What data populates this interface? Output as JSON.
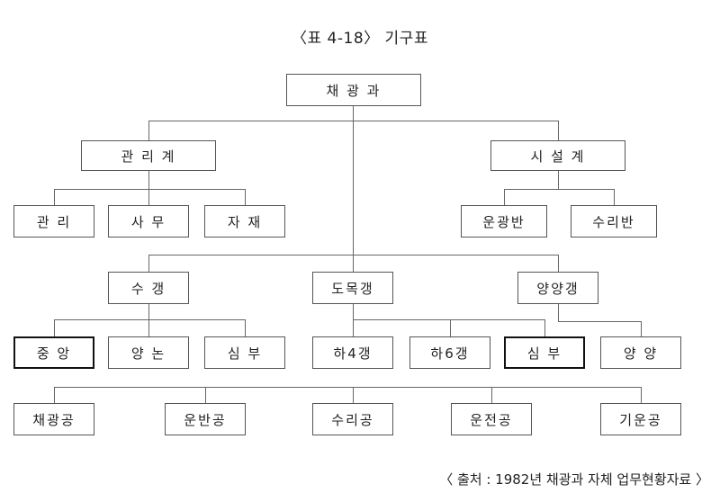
{
  "title": "〈표 4-18〉 기구표",
  "source": "〈 출처 : 1982년 채광과 자체 업무현황자료 〉",
  "nodes": {
    "root": "채 광 과",
    "admin": "관 리 계",
    "facility": "시 설 계",
    "mgmt": "관 리",
    "office": "사 무",
    "material": "자 재",
    "transport": "운광반",
    "repair": "수리반",
    "sugaeng": "수 갱",
    "domokgaeng": "도목갱",
    "yangyanggaeng": "양양갱",
    "central": "중 앙",
    "yangnon": "양 논",
    "simbu1": "심 부",
    "ha4": "하4갱",
    "ha6": "하6갱",
    "simbu2": "심 부",
    "yangyang": "양 양",
    "miner": "채광공",
    "hauler": "운반공",
    "repairer": "수리공",
    "operator": "운전공",
    "machinist": "기운공"
  }
}
